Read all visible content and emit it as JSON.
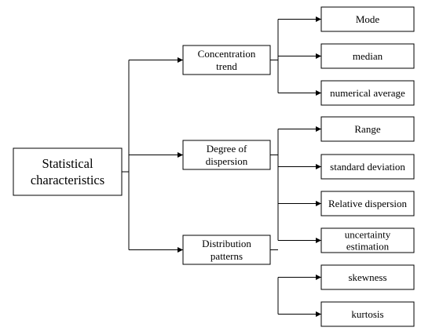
{
  "root": {
    "label_lines": [
      "Statistical",
      "characteristics"
    ]
  },
  "groups": [
    {
      "label_lines": [
        "Concentration",
        "trend"
      ],
      "children": [
        {
          "label_lines": [
            "Mode"
          ]
        },
        {
          "label_lines": [
            "median"
          ]
        },
        {
          "label_lines": [
            "numerical average"
          ]
        }
      ]
    },
    {
      "label_lines": [
        "Degree of",
        "dispersion"
      ],
      "children": [
        {
          "label_lines": [
            "Range"
          ]
        },
        {
          "label_lines": [
            "standard deviation"
          ]
        },
        {
          "label_lines": [
            "Relative dispersion"
          ]
        },
        {
          "label_lines": [
            "uncertainty",
            "estimation"
          ]
        }
      ]
    },
    {
      "label_lines": [
        "Distribution",
        "patterns"
      ],
      "children": [
        {
          "label_lines": [
            "skewness"
          ]
        },
        {
          "label_lines": [
            "kurtosis"
          ]
        }
      ]
    }
  ],
  "colors": {
    "stroke": "#000000",
    "background": "#ffffff"
  }
}
